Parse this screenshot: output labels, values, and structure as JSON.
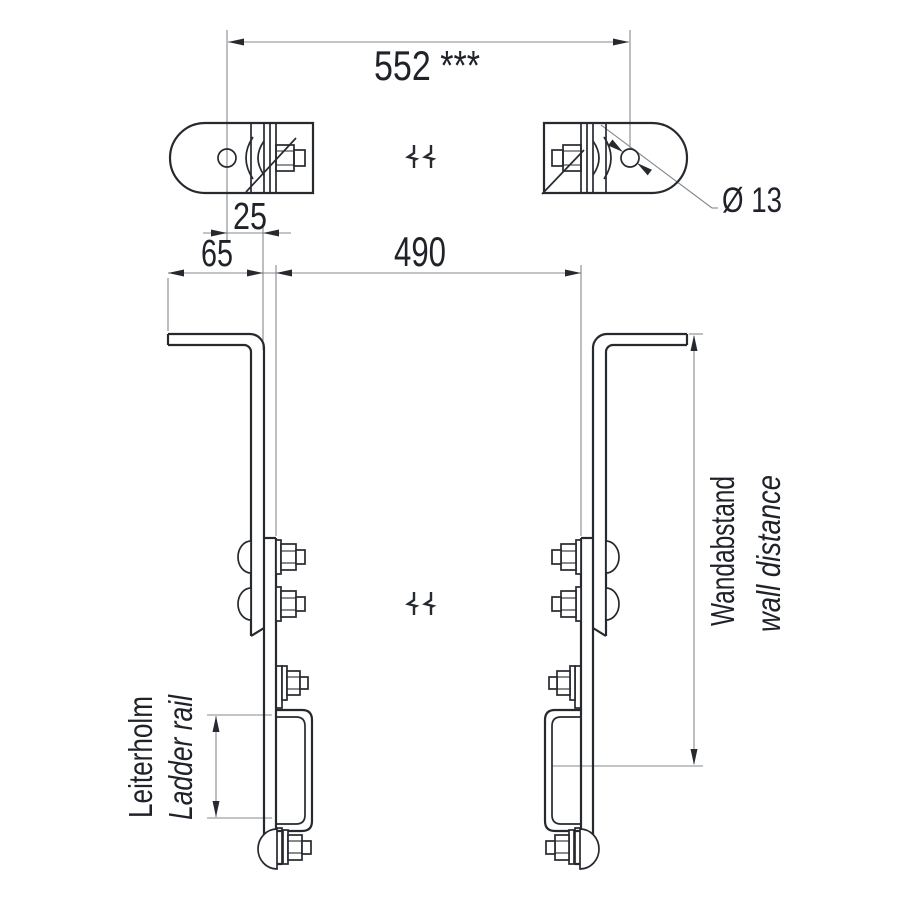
{
  "drawing": {
    "type": "technical-drawing",
    "subject": "ladder wall bracket",
    "dimensions": {
      "hole_spacing": "552 ***",
      "slot_offset": "25",
      "arm_length": "65",
      "bar_spacing": "490",
      "hole_diameter": "Ø 13"
    },
    "labels": {
      "rail_de": "Leiterholm",
      "rail_en": "Ladder rail",
      "wall_de": "Wandabstand",
      "wall_en": "wall distance"
    },
    "colors": {
      "object_line": "#26292e",
      "dimension_line": "#85898d",
      "text": "#1f2329",
      "background": "#ffffff"
    }
  }
}
